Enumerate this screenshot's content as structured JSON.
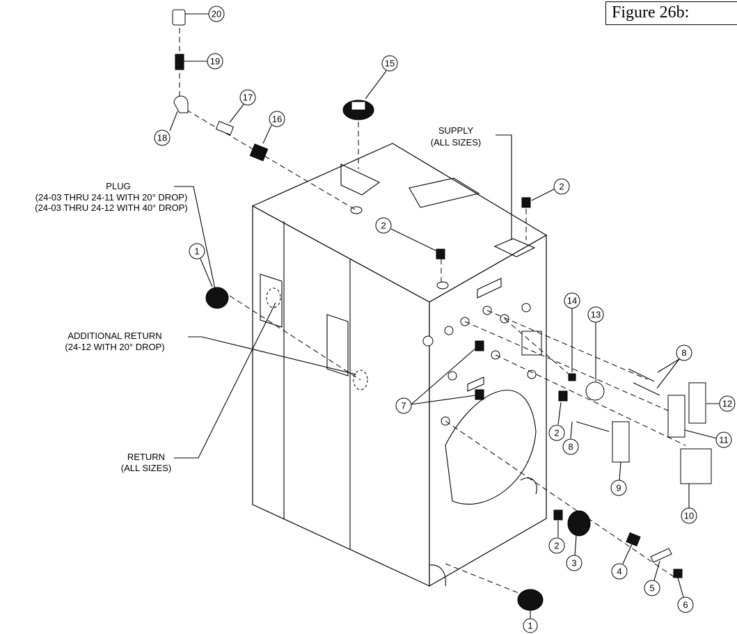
{
  "figure_label": "Figure 26b:",
  "labels": {
    "supply": [
      "SUPPLY",
      "(ALL SIZES)"
    ],
    "plug": [
      "PLUG",
      "(24-03 THRU 24-11 WITH 20° DROP)",
      "(24-03 THRU 24-12 WITH 40° DROP)"
    ],
    "additional_return": [
      "ADDITIONAL RETURN",
      "(24-12 WITH 20° DROP)"
    ],
    "return": [
      "RETURN",
      "(ALL SIZES)"
    ]
  },
  "callouts": [
    "20",
    "19",
    "18",
    "17",
    "16",
    "15",
    "2",
    "2",
    "1",
    "14",
    "13",
    "8",
    "12",
    "7",
    "2",
    "8",
    "11",
    "9",
    "10",
    "2",
    "3",
    "4",
    "5",
    "6",
    "1"
  ]
}
